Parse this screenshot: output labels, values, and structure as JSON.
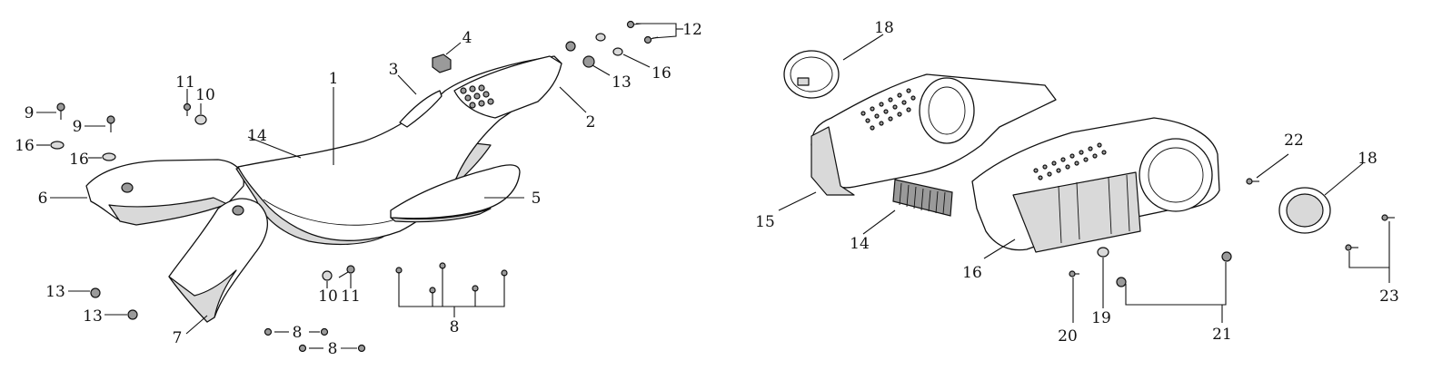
{
  "callouts": [
    {
      "id": "c-1",
      "label": "1"
    },
    {
      "id": "c-2",
      "label": "2"
    },
    {
      "id": "c-3",
      "label": "3"
    },
    {
      "id": "c-4",
      "label": "4"
    },
    {
      "id": "c-5",
      "label": "5"
    },
    {
      "id": "c-6",
      "label": "6"
    },
    {
      "id": "c-7",
      "label": "7"
    },
    {
      "id": "c-8a",
      "label": "8"
    },
    {
      "id": "c-8b",
      "label": "8"
    },
    {
      "id": "c-8c",
      "label": "8"
    },
    {
      "id": "c-9a",
      "label": "9"
    },
    {
      "id": "c-9b",
      "label": "9"
    },
    {
      "id": "c-10a",
      "label": "10"
    },
    {
      "id": "c-10b",
      "label": "10"
    },
    {
      "id": "c-11a",
      "label": "11"
    },
    {
      "id": "c-11b",
      "label": "11"
    },
    {
      "id": "c-12",
      "label": "12"
    },
    {
      "id": "c-13a",
      "label": "13"
    },
    {
      "id": "c-13b",
      "label": "13"
    },
    {
      "id": "c-13c",
      "label": "13"
    },
    {
      "id": "c-14a",
      "label": "14"
    },
    {
      "id": "c-14b",
      "label": "14"
    },
    {
      "id": "c-15",
      "label": "15"
    },
    {
      "id": "c-16a",
      "label": "16"
    },
    {
      "id": "c-16b",
      "label": "16"
    },
    {
      "id": "c-16c",
      "label": "16"
    },
    {
      "id": "c-16d",
      "label": "16"
    },
    {
      "id": "c-18a",
      "label": "18"
    },
    {
      "id": "c-18b",
      "label": "18"
    },
    {
      "id": "c-19",
      "label": "19"
    },
    {
      "id": "c-20",
      "label": "20"
    },
    {
      "id": "c-21",
      "label": "21"
    },
    {
      "id": "c-22",
      "label": "22"
    },
    {
      "id": "c-23",
      "label": "23"
    }
  ]
}
